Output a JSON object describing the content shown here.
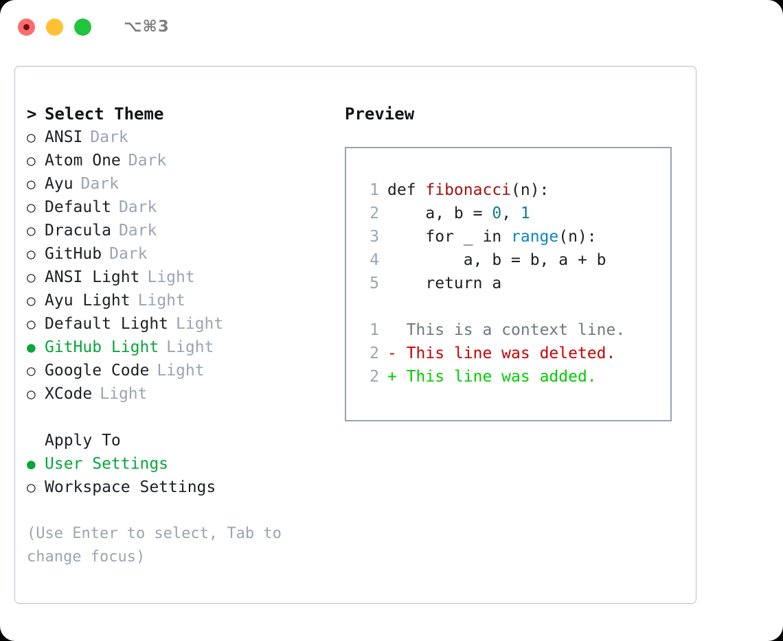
{
  "window": {
    "title": "⌥⌘3",
    "traffic_lights": [
      {
        "name": "close",
        "color": "#ff6b6b"
      },
      {
        "name": "minimize",
        "color": "#ffc132"
      },
      {
        "name": "maximize",
        "color": "#22c33e"
      }
    ]
  },
  "colors": {
    "selected_green": "#07a63a",
    "muted_gray": "#9aa4b2",
    "text": "#1c1f24",
    "panel_border": "#b9c0cc",
    "preview_border": "#97a3b6",
    "syntax_function": "#a31111",
    "syntax_number": "#0b7c8a",
    "syntax_call": "#0b84c4",
    "diff_added": "#00cc00",
    "diff_deleted": "#cc0000",
    "diff_context": "#6e7781"
  },
  "theme_selector": {
    "caret": ">",
    "heading": "Select Theme",
    "marker_selected": "●",
    "marker_unselected": "○",
    "items": [
      {
        "label": "ANSI",
        "variant": "Dark",
        "selected": false
      },
      {
        "label": "Atom One",
        "variant": "Dark",
        "selected": false
      },
      {
        "label": "Ayu",
        "variant": "Dark",
        "selected": false
      },
      {
        "label": "Default",
        "variant": "Dark",
        "selected": false
      },
      {
        "label": "Dracula",
        "variant": "Dark",
        "selected": false
      },
      {
        "label": "GitHub",
        "variant": "Dark",
        "selected": false
      },
      {
        "label": "ANSI Light",
        "variant": "Light",
        "selected": false
      },
      {
        "label": "Ayu Light",
        "variant": "Light",
        "selected": false
      },
      {
        "label": "Default Light",
        "variant": "Light",
        "selected": false
      },
      {
        "label": "GitHub Light",
        "variant": "Light",
        "selected": true
      },
      {
        "label": "Google Code",
        "variant": "Light",
        "selected": false
      },
      {
        "label": "XCode",
        "variant": "Light",
        "selected": false
      }
    ]
  },
  "apply_to": {
    "heading": "Apply To",
    "items": [
      {
        "label": "User Settings",
        "selected": true
      },
      {
        "label": "Workspace Settings",
        "selected": false
      }
    ]
  },
  "help_text": "(Use Enter to select, Tab to change focus)",
  "preview": {
    "title": "Preview",
    "code_lines": [
      {
        "num": "1",
        "segments": [
          {
            "text": "def ",
            "kind": "plain"
          },
          {
            "text": "fibonacci",
            "kind": "fn"
          },
          {
            "text": "(n):",
            "kind": "plain"
          }
        ]
      },
      {
        "num": "2",
        "segments": [
          {
            "text": "    a, b = ",
            "kind": "plain"
          },
          {
            "text": "0",
            "kind": "num"
          },
          {
            "text": ", ",
            "kind": "plain"
          },
          {
            "text": "1",
            "kind": "num"
          }
        ]
      },
      {
        "num": "3",
        "segments": [
          {
            "text": "    for _ in ",
            "kind": "plain"
          },
          {
            "text": "range",
            "kind": "call"
          },
          {
            "text": "(n):",
            "kind": "plain"
          }
        ]
      },
      {
        "num": "4",
        "segments": [
          {
            "text": "        a, b = b, a + b",
            "kind": "plain"
          }
        ]
      },
      {
        "num": "5",
        "segments": [
          {
            "text": "    return a",
            "kind": "plain"
          }
        ]
      }
    ],
    "diff_lines": [
      {
        "num": "1",
        "marker": " ",
        "text": "This is a context line.",
        "kind": "ctx"
      },
      {
        "num": "2",
        "marker": "-",
        "text": "This line was deleted.",
        "kind": "del"
      },
      {
        "num": "2",
        "marker": "+",
        "text": "This line was added.",
        "kind": "add"
      }
    ]
  }
}
